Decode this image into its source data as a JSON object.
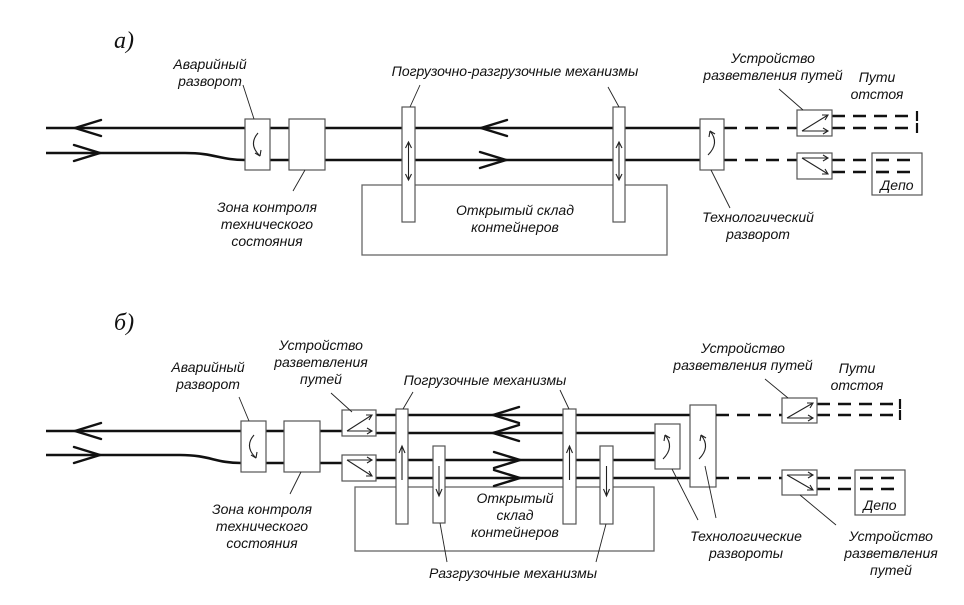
{
  "figure": {
    "panels": [
      {
        "id": "a",
        "label": "а)",
        "labels": {
          "emergency_turn": [
            "Аварийный",
            "разворот"
          ],
          "control_zone": [
            "Зона контроля",
            "технического",
            "состояния"
          ],
          "mechanisms": [
            "Погрузочно-разгрузочные механизмы"
          ],
          "warehouse": [
            "Открытый склад",
            "контейнеров"
          ],
          "tech_turn": [
            "Технологический",
            "разворот"
          ],
          "switch_device": [
            "Устройство",
            "разветвления путей"
          ],
          "siding_tracks": [
            "Пути",
            "отстоя"
          ],
          "depot": "Депо"
        }
      },
      {
        "id": "b",
        "label": "б)",
        "labels": {
          "emergency_turn": [
            "Аварийный",
            "разворот"
          ],
          "control_zone": [
            "Зона контроля",
            "технического",
            "состояния"
          ],
          "switch_device_left": [
            "Устройство",
            "разветвления",
            "путей"
          ],
          "loading_mechanisms": [
            "Погрузочные механизмы"
          ],
          "unloading_mechanisms": [
            "Разгрузочные механизмы"
          ],
          "warehouse": [
            "Открытый",
            "склад",
            "контейнеров"
          ],
          "tech_turns": [
            "Технологические",
            "развороты"
          ],
          "switch_device_top": [
            "Устройство",
            "разветвления путей"
          ],
          "switch_device_bottom": [
            "Устройство",
            "разветвления",
            "путей"
          ],
          "siding_tracks": [
            "Пути",
            "отстоя"
          ],
          "depot": "Депо"
        }
      }
    ],
    "colors": {
      "line": "#111111",
      "box_stroke": "#555555",
      "background": "#ffffff"
    }
  }
}
